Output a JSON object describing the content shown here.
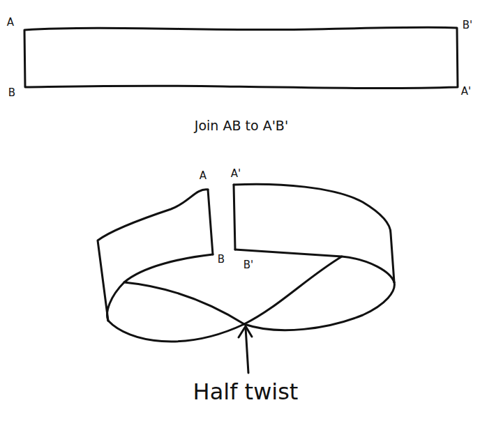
{
  "diagram": {
    "labels": [
      "A",
      "B",
      "B'",
      "A'",
      "Join AB to A'B'",
      "A",
      "A'",
      "B",
      "B'",
      "Half twist"
    ]
  }
}
